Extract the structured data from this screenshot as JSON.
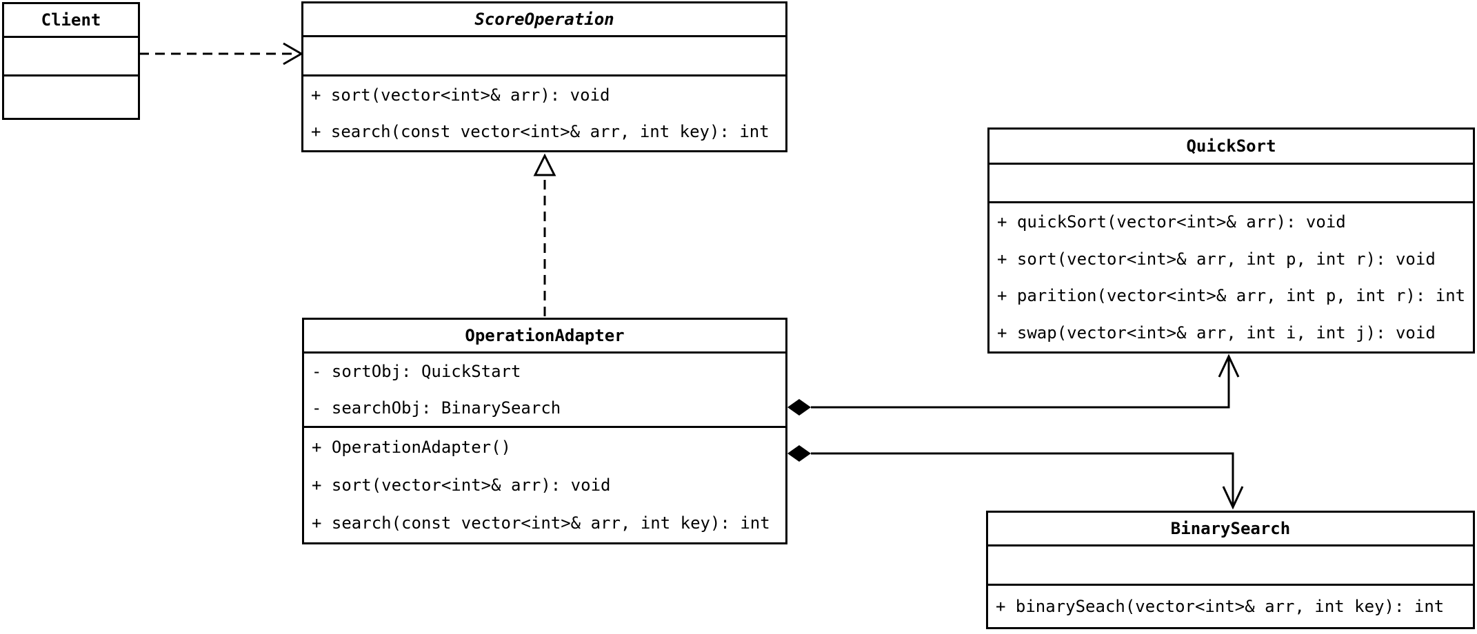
{
  "diagram": {
    "type": "uml-class-diagram",
    "background_color": "#ffffff",
    "line_color": "#000000",
    "text_color": "#000000"
  },
  "classes": {
    "client": {
      "title": "Client",
      "attributes": [],
      "methods": []
    },
    "score_operation": {
      "title": "ScoreOperation",
      "is_abstract": true,
      "attributes": [],
      "methods": [
        "+ sort(vector<int>& arr): void",
        "+ search(const vector<int>& arr, int key): int"
      ]
    },
    "quick_sort": {
      "title": "QuickSort",
      "attributes": [],
      "methods": [
        "+ quickSort(vector<int>& arr): void",
        "+ sort(vector<int>& arr, int p, int r): void",
        "+ parition(vector<int>& arr, int p, int r): int",
        "+ swap(vector<int>& arr, int i, int j): void"
      ]
    },
    "operation_adapter": {
      "title": "OperationAdapter",
      "attributes": [
        "- sortObj: QuickStart",
        "- searchObj: BinarySearch"
      ],
      "methods": [
        "+ OperationAdapter()",
        "+ sort(vector<int>& arr): void",
        "+ search(const vector<int>& arr, int key): int"
      ]
    },
    "binary_search": {
      "title": "BinarySearch",
      "attributes": [],
      "methods": [
        "+ binarySeach(vector<int>& arr, int key): int"
      ]
    }
  },
  "relationships": [
    {
      "from": "Client",
      "to": "ScoreOperation",
      "type": "dependency",
      "line": "dashed",
      "head": "open-arrow"
    },
    {
      "from": "OperationAdapter",
      "to": "ScoreOperation",
      "type": "realization",
      "line": "dashed",
      "head": "hollow-triangle"
    },
    {
      "from": "OperationAdapter",
      "to": "QuickSort",
      "type": "composition",
      "line": "solid",
      "tail": "filled-diamond",
      "head": "open-arrow"
    },
    {
      "from": "OperationAdapter",
      "to": "BinarySearch",
      "type": "composition",
      "line": "solid",
      "tail": "filled-diamond",
      "head": "open-arrow"
    }
  ]
}
